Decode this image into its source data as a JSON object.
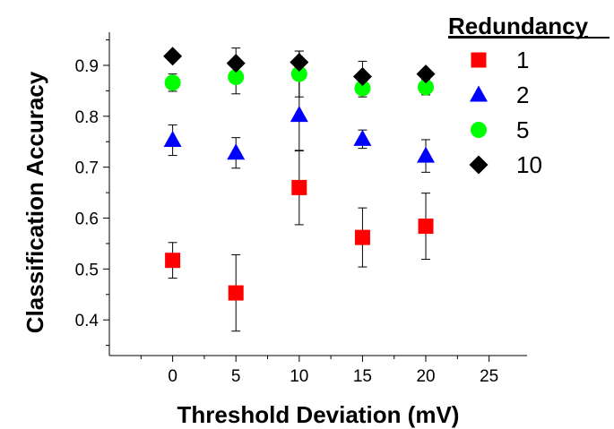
{
  "chart_data": {
    "type": "scatter",
    "xlabel": "Threshold Deviation (mV)",
    "ylabel": "Classification Accuracy",
    "xlim": [
      -5,
      28
    ],
    "ylim": [
      0.33,
      0.965
    ],
    "xticks": [
      0,
      5,
      10,
      15,
      20,
      25
    ],
    "yticks": [
      0.4,
      0.5,
      0.6,
      0.7,
      0.8,
      0.9
    ],
    "xtick_labels": [
      "0",
      "5",
      "10",
      "15",
      "20",
      "25"
    ],
    "ytick_labels": [
      "0.4",
      "0.5",
      "0.6",
      "0.7",
      "0.8",
      "0.9"
    ],
    "grid": false,
    "legend": {
      "title": "Redundancy",
      "placement": "top-right"
    },
    "series": [
      {
        "name": "1",
        "marker": "square",
        "color": "#ff0000",
        "x": [
          0,
          5,
          10,
          15,
          20
        ],
        "y": [
          0.517,
          0.453,
          0.66,
          0.562,
          0.584
        ],
        "err": [
          0.035,
          0.075,
          0.073,
          0.058,
          0.065
        ]
      },
      {
        "name": "2",
        "marker": "triangle",
        "color": "#0000ff",
        "x": [
          0,
          5,
          10,
          15,
          20
        ],
        "y": [
          0.753,
          0.728,
          0.802,
          0.755,
          0.722
        ],
        "err": [
          0.03,
          0.03,
          0.07,
          0.018,
          0.032
        ]
      },
      {
        "name": "5",
        "marker": "circle",
        "color": "#00ff00",
        "x": [
          0,
          5,
          10,
          15,
          20
        ],
        "y": [
          0.866,
          0.877,
          0.883,
          0.855,
          0.857
        ],
        "err": [
          0.017,
          0.033,
          0.045,
          0.017,
          0.015
        ]
      },
      {
        "name": "10",
        "marker": "diamond",
        "color": "#000000",
        "x": [
          0,
          5,
          10,
          15,
          20
        ],
        "y": [
          0.918,
          0.904,
          0.906,
          0.878,
          0.883
        ],
        "err": [
          0.0,
          0.03,
          0.022,
          0.03,
          0.0
        ]
      }
    ]
  }
}
